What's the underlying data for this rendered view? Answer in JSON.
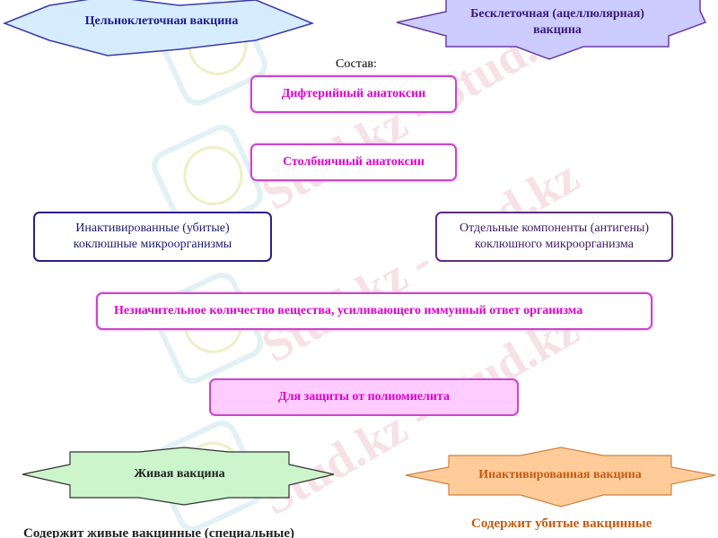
{
  "diagram": {
    "top_left_shape": {
      "label": "Цельноклеточная вакцина",
      "fill": "#d6ecff",
      "stroke": "#3a3aa8",
      "text_color": "#1a1a8c"
    },
    "top_right_shape": {
      "label_line1": "Бесклеточная (ацеллюлярная)",
      "label_line2": "вакцина",
      "fill": "#ccccff",
      "stroke": "#6a3aa8",
      "text_color": "#3a1a78"
    },
    "composition_label": "Состав:",
    "components": [
      {
        "label": "Дифтерийный анатоксин"
      },
      {
        "label": "Столбнячный анатоксин"
      }
    ],
    "left_box": {
      "line1": "Инактивированные (убитые)",
      "line2": "коклюшные микроорганизмы"
    },
    "right_box": {
      "line1": "Отдельные компоненты (антигены)",
      "line2": "коклюшного микроорганизма"
    },
    "adjuvant_box": {
      "label": "Незначительное количество вещества, усиливающего иммунный ответ организма"
    },
    "polio_box": {
      "label": "Для защиты от полиомиелита"
    },
    "bottom_left_shape": {
      "label": "Живая вакцина",
      "fill": "#ccf5cc",
      "stroke": "#333333",
      "text_color": "#222222"
    },
    "bottom_right_shape": {
      "label": "Инактивированная вакцина",
      "fill": "#ffcc99",
      "stroke": "#d08040",
      "text_color": "#c85a10"
    },
    "bottom_left_text": "Содержит живые вакцинные (специальные)",
    "bottom_right_text": "Содержит убитые вакцинные"
  },
  "watermark": {
    "text": "Stud.kz - Stud.kz"
  }
}
